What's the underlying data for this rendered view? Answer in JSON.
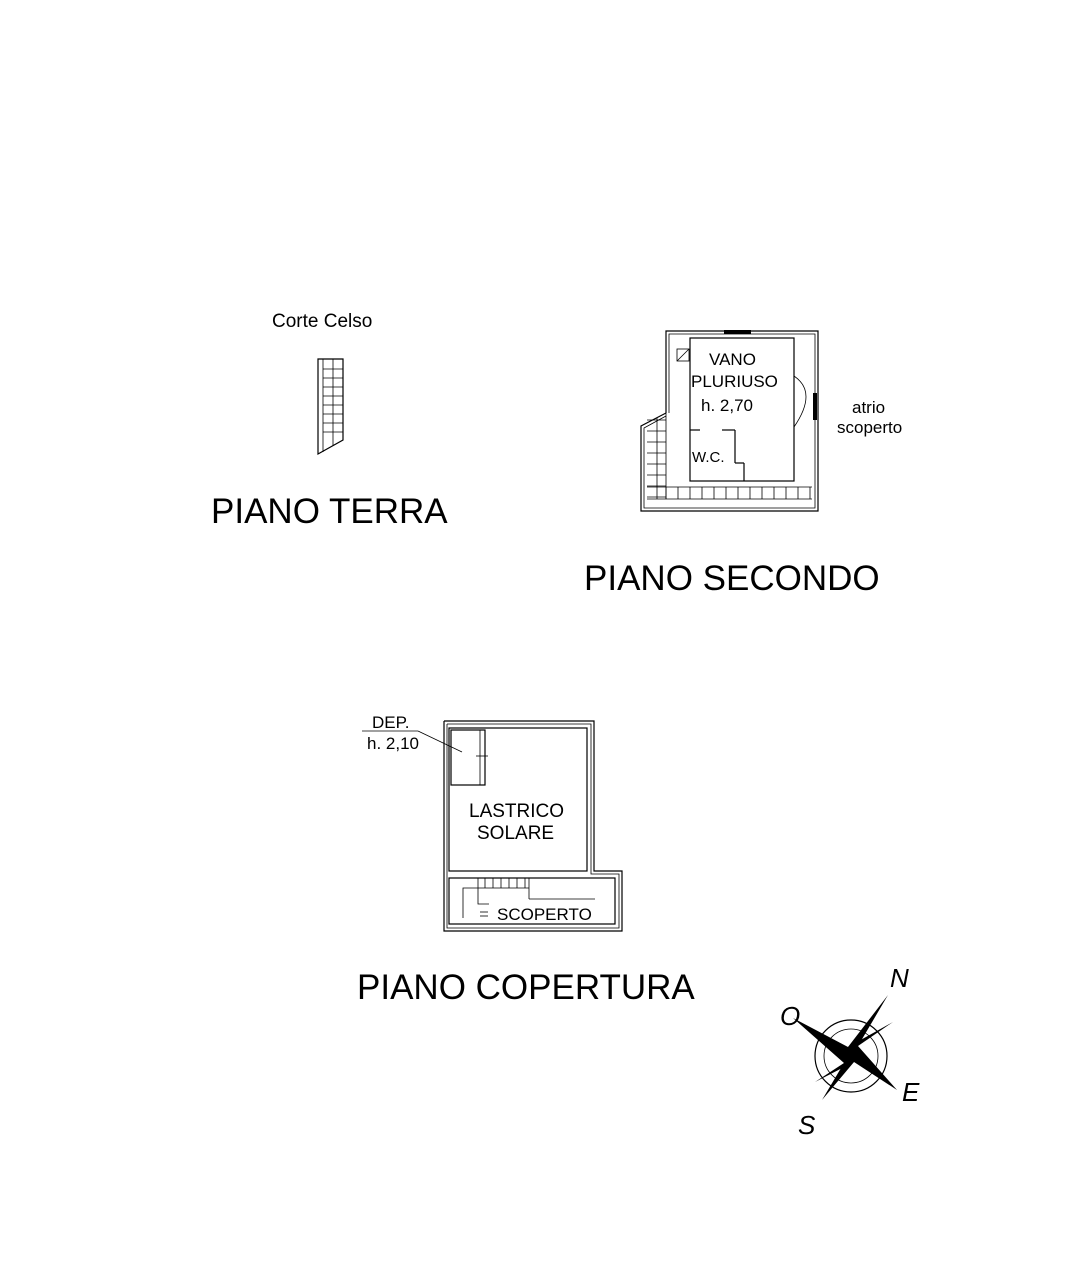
{
  "piano_terra": {
    "title": "PIANO TERRA",
    "courtyard_label": "Corte Celso"
  },
  "piano_secondo": {
    "title": "PIANO SECONDO",
    "room_name_line1": "VANO",
    "room_name_line2": "PLURIUSO",
    "room_height": "h. 2,70",
    "wc_label": "W.C.",
    "atrio_line1": "atrio",
    "atrio_line2": "scoperto"
  },
  "piano_copertura": {
    "title": "PIANO COPERTURA",
    "dep_label": "DEP.",
    "dep_height": "h. 2,10",
    "terrace_line1": "LASTRICO",
    "terrace_line2": "SOLARE",
    "scoperto_label": "SCOPERTO"
  },
  "compass": {
    "north": "N",
    "east": "E",
    "south": "S",
    "west": "O"
  }
}
